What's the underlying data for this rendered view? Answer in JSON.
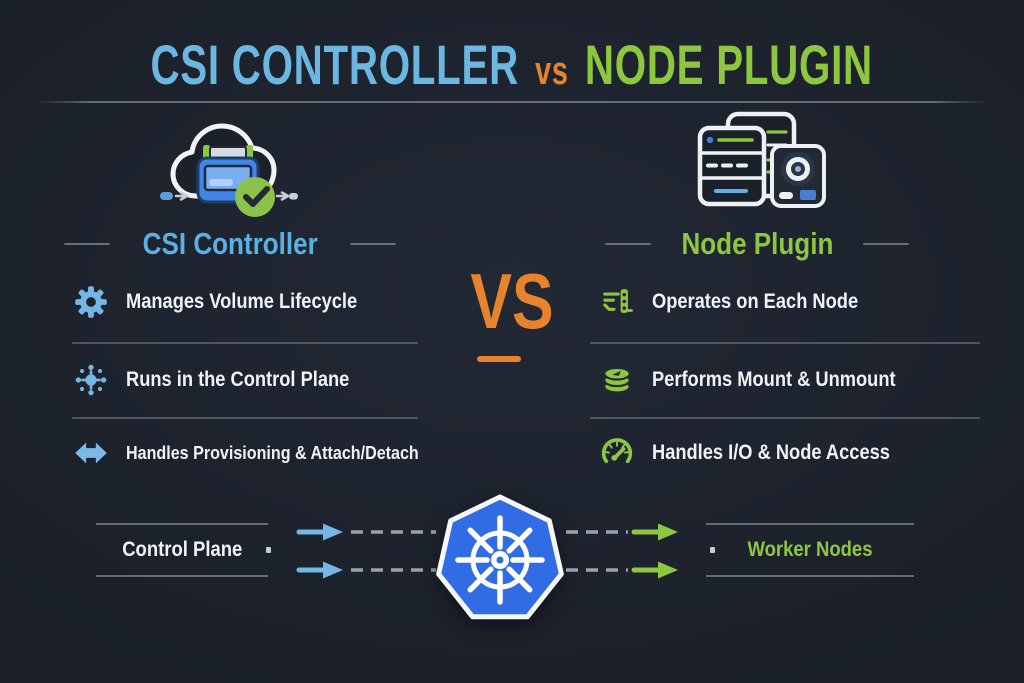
{
  "title": {
    "left": "CSI CONTROLLER",
    "vs": "vs",
    "right": "NODE PLUGIN"
  },
  "left_column": {
    "heading": "CSI Controller",
    "icon": "cloud-storage-check-icon",
    "items": [
      {
        "icon": "gear-icon",
        "label": "Manages Volume Lifecycle"
      },
      {
        "icon": "hub-icon",
        "label": "Runs in the Control Plane"
      },
      {
        "icon": "double-arrow-icon",
        "label": "Handles Provisioning & Attach/Detach"
      }
    ]
  },
  "right_column": {
    "heading": "Node Plugin",
    "icon": "server-disk-icon",
    "items": [
      {
        "icon": "server-circuit-icon",
        "label": "Operates on Each Node"
      },
      {
        "icon": "disk-stack-icon",
        "label": "Performs Mount & Unmount"
      },
      {
        "icon": "gauge-icon",
        "label": "Handles I/O & Node Access"
      }
    ]
  },
  "versus": "VS",
  "flow": {
    "left_label": "Control Plane",
    "right_label": "Worker Nodes",
    "center_icon": "kubernetes-logo"
  },
  "colors": {
    "background": "#1a1f29",
    "blue_accent": "#6cb6e2",
    "green_accent": "#8dc63f",
    "orange_accent": "#e8832d",
    "text_white": "#f0f2f5",
    "kubernetes_blue": "#326ce5"
  }
}
